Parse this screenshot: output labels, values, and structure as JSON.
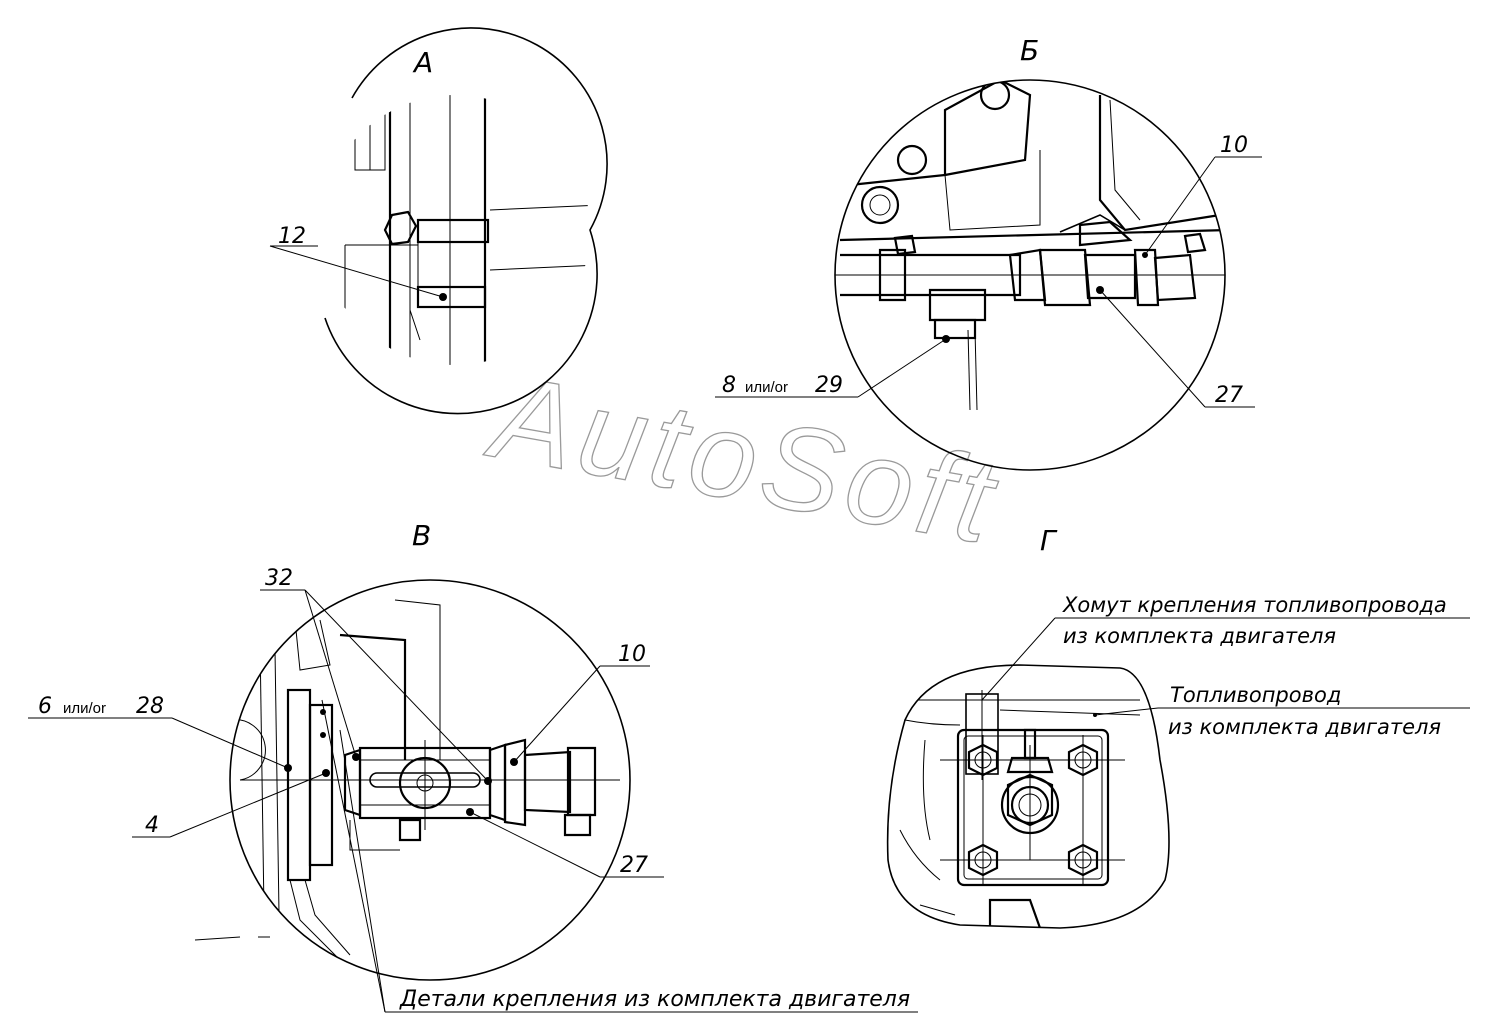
{
  "views": {
    "a": {
      "title": "А",
      "callouts": {
        "c12": "12"
      }
    },
    "b": {
      "title": "Б",
      "callouts": {
        "c10": "10",
        "c27": "27",
        "c8": "8",
        "c8_small": "или/or",
        "c29": "29"
      }
    },
    "v": {
      "title": "В",
      "callouts": {
        "c32": "32",
        "c10": "10",
        "c6": "6",
        "c6_small": "или/or",
        "c28": "28",
        "c4": "4",
        "c27": "27",
        "fastener": "Детали крепления из комплекта двигателя"
      }
    },
    "g": {
      "title": "Г",
      "notes": {
        "clamp_line1": "Хомут крепления топливопровода",
        "clamp_line2": "из комплекта двигателя",
        "pipe_line1": "Топливопровод",
        "pipe_line2": "из комплекта двигателя"
      }
    }
  },
  "watermark": "AutoSoft"
}
